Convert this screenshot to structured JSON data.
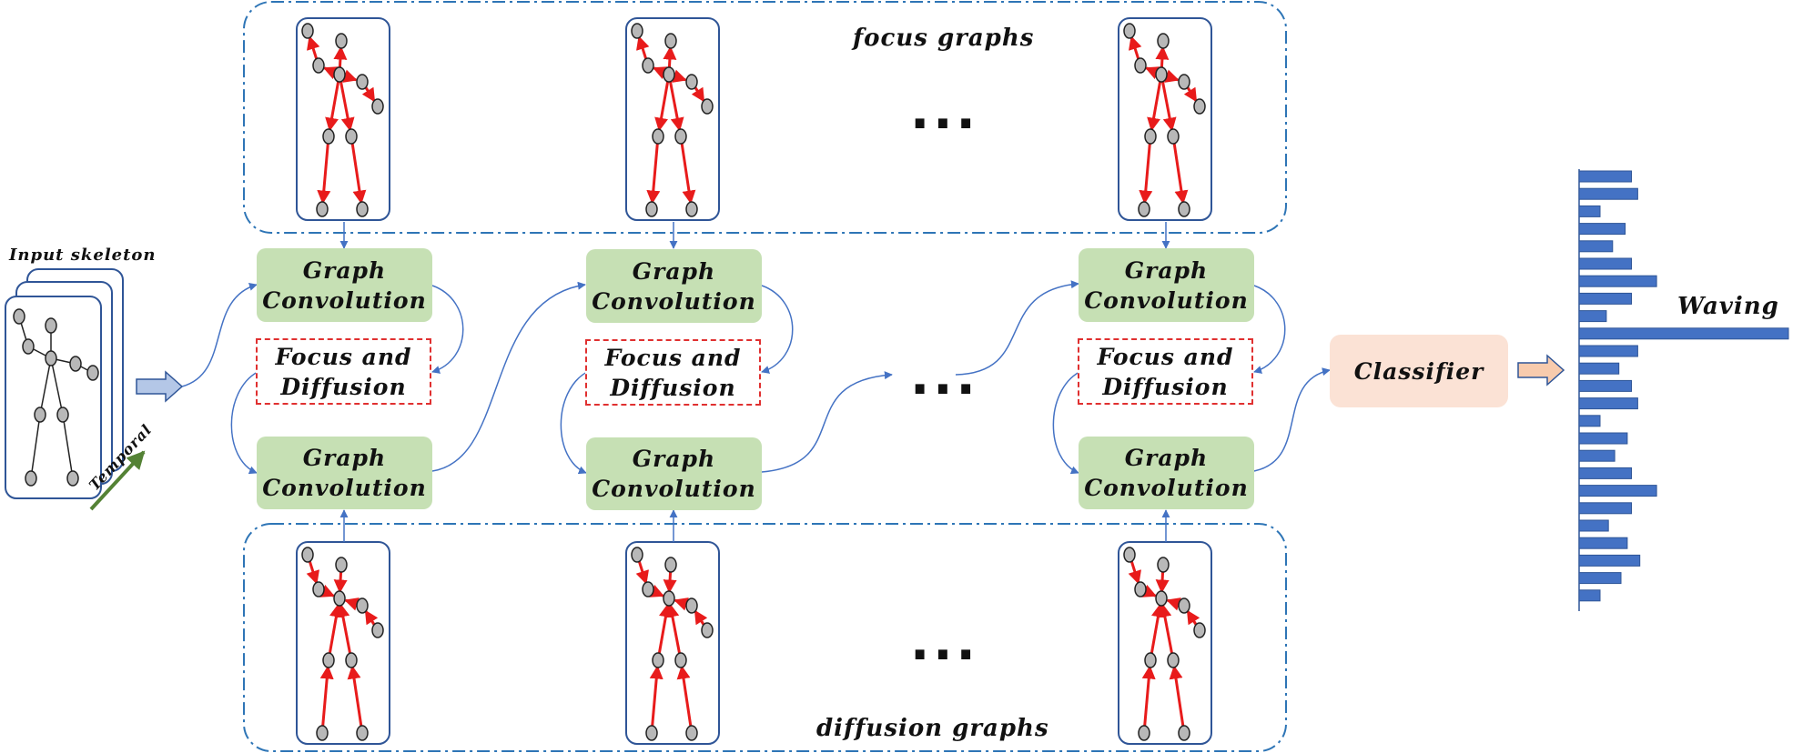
{
  "input": {
    "label": "Input skeleton",
    "temporal_label": "Temporal"
  },
  "focus_graphs": {
    "label": "focus graphs"
  },
  "diffusion_graphs": {
    "label": "diffusion graphs"
  },
  "columns": [
    {
      "gc_top": [
        "Graph",
        "Convolution"
      ],
      "fd": [
        "Focus and",
        "Diffusion"
      ],
      "gc_bottom": [
        "Graph",
        "Convolution"
      ]
    },
    {
      "gc_top": [
        "Graph",
        "Convolution"
      ],
      "fd": [
        "Focus and",
        "Diffusion"
      ],
      "gc_bottom": [
        "Graph",
        "Convolution"
      ]
    },
    {
      "gc_top": [
        "Graph",
        "Convolution"
      ],
      "fd": [
        "Focus and",
        "Diffusion"
      ],
      "gc_bottom": [
        "Graph",
        "Convolution"
      ]
    }
  ],
  "ellipsis": "...",
  "classifier": {
    "label": "Classifier"
  },
  "output": {
    "label": "Waving",
    "bars": [
      0.25,
      0.28,
      0.1,
      0.22,
      0.16,
      0.25,
      0.37,
      0.25,
      0.13,
      1.0,
      0.28,
      0.19,
      0.25,
      0.28,
      0.1,
      0.23,
      0.17,
      0.25,
      0.37,
      0.25,
      0.14,
      0.23,
      0.29,
      0.2,
      0.1
    ]
  },
  "colors": {
    "graph_convolution": "#c6e0b4",
    "focus_diffusion_border": "#e03030",
    "classifier": "#fbe2d5",
    "connector": "#4472c4",
    "bone": "#e81b1b",
    "joint": "#b8b8b8",
    "bar": "#4472c4",
    "panel_border": "#2e75b6",
    "temporal_arrow": "#548235"
  }
}
